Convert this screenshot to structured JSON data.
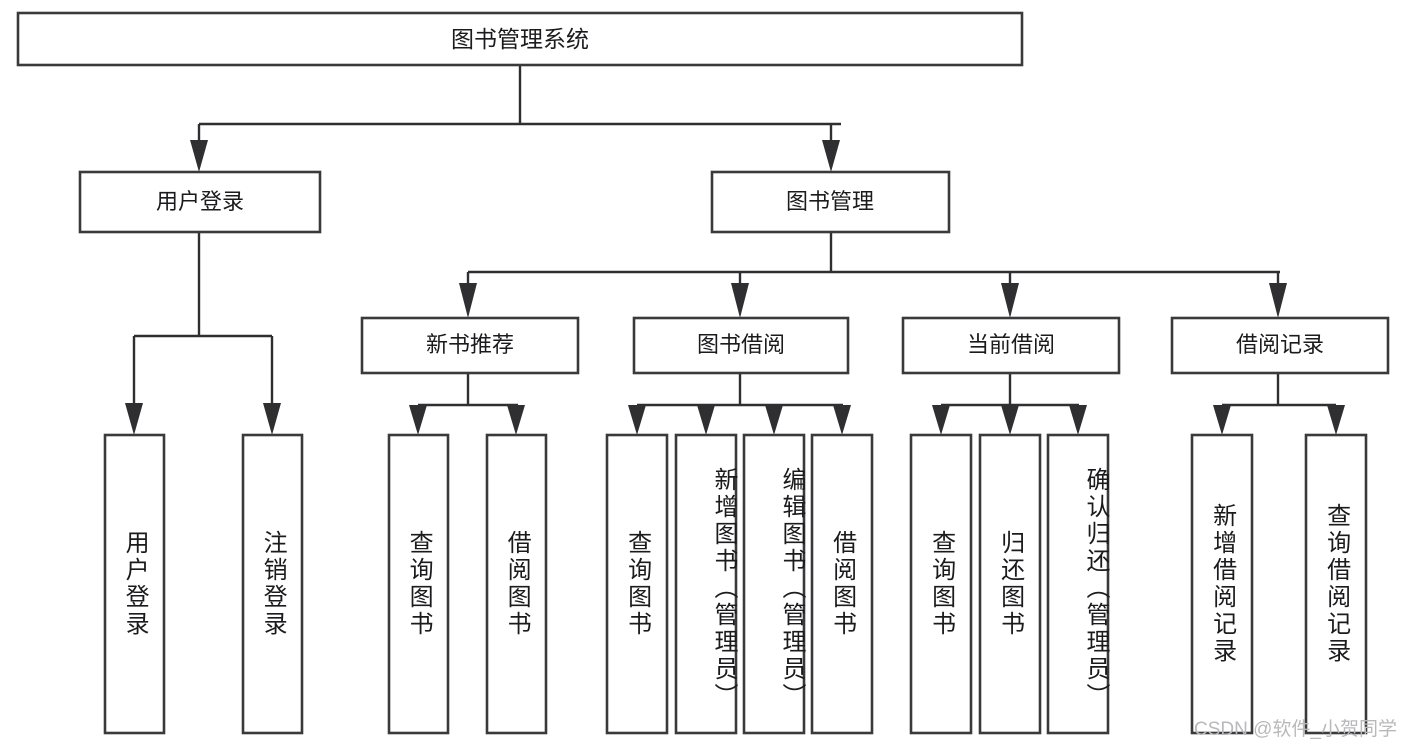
{
  "diagram": {
    "type": "tree-hierarchy-chart",
    "title": "图书管理系统",
    "orientation": "top-down",
    "colors": {
      "box_stroke": "#3a3a3c",
      "box_fill": "#ffffff",
      "connector": "#2f2f31",
      "text": "#1b1b1d",
      "watermark": "#b9b9bb",
      "background": "#ffffff"
    },
    "root": {
      "label": "图书管理系统"
    },
    "level1": [
      {
        "label": "用户登录"
      },
      {
        "label": "图书管理"
      }
    ],
    "level2": [
      {
        "label": "新书推荐"
      },
      {
        "label": "图书借阅"
      },
      {
        "label": "当前借阅"
      },
      {
        "label": "借阅记录"
      }
    ],
    "leaves": {
      "user_login": [
        {
          "label": "用户登录"
        },
        {
          "label": "注销登录"
        }
      ],
      "new_book_recommend": [
        {
          "label": "查询图书"
        },
        {
          "label": "借阅图书"
        }
      ],
      "book_borrow": [
        {
          "label": "查询图书"
        },
        {
          "label": "新增图书（管理员）"
        },
        {
          "label": "编辑图书（管理员）"
        },
        {
          "label": "借阅图书"
        }
      ],
      "current_borrow": [
        {
          "label": "查询图书"
        },
        {
          "label": "归还图书"
        },
        {
          "label": "确认归还（管理员）"
        }
      ],
      "borrow_record": [
        {
          "label": "新增借阅记录"
        },
        {
          "label": "查询借阅记录"
        }
      ]
    }
  },
  "watermark": {
    "text": "CSDN @软件_小贺同学"
  }
}
